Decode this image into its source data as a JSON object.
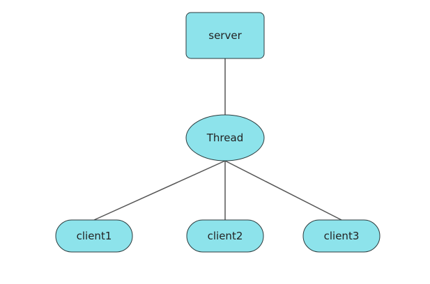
{
  "nodes": {
    "server": {
      "label": "server",
      "shape": "rounded-rectangle"
    },
    "thread": {
      "label": "Thread",
      "shape": "ellipse"
    },
    "client1": {
      "label": "client1",
      "shape": "pill"
    },
    "client2": {
      "label": "client2",
      "shape": "pill"
    },
    "client3": {
      "label": "client3",
      "shape": "pill"
    }
  },
  "edges": [
    {
      "from": "server",
      "to": "thread"
    },
    {
      "from": "thread",
      "to": "client1"
    },
    {
      "from": "thread",
      "to": "client2"
    },
    {
      "from": "thread",
      "to": "client3"
    }
  ],
  "colors": {
    "node_fill": "#8de3eb",
    "node_stroke": "#2b3a3c",
    "edge": "#555555"
  }
}
